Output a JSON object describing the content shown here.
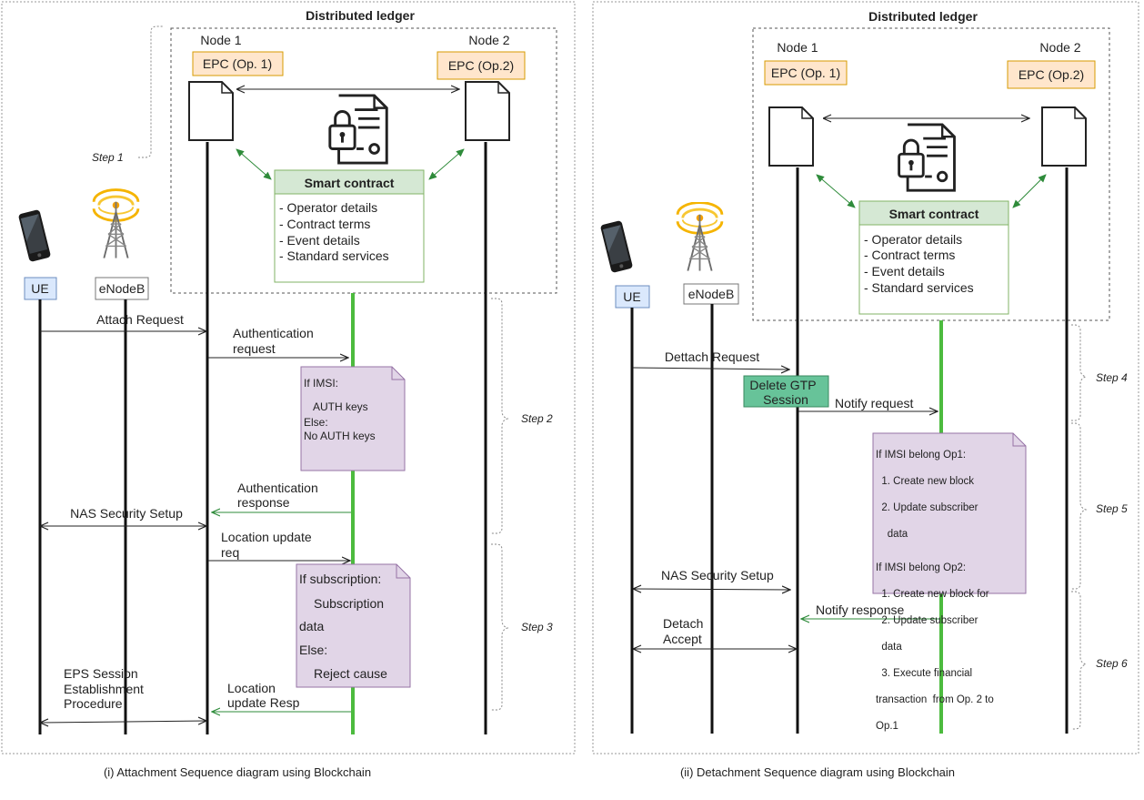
{
  "left": {
    "ledger_title": "Distributed ledger",
    "node1_label": "Node 1",
    "node2_label": "Node 2",
    "epc1": "EPC (Op. 1)",
    "epc2": "EPC (Op.2)",
    "smart_contract_title": "Smart contract",
    "smart_contract_items": [
      "- Operator details",
      "- Contract terms",
      "- Event details",
      "- Standard services"
    ],
    "ue_label": "UE",
    "enodeb_label": "eNodeB",
    "step1": "Step 1",
    "step2": "Step 2",
    "step3": "Step 3",
    "msg_attach_request": "Attach Request",
    "msg_auth_request_1": "Authentication",
    "msg_auth_request_2": "request",
    "note1_lines": [
      "If IMSI:",
      "AUTH keys",
      "Else:",
      "No AUTH keys"
    ],
    "msg_auth_response_1": "Authentication",
    "msg_auth_response_2": "response",
    "msg_nas": "NAS Security Setup",
    "msg_loc_req_1": "Location update",
    "msg_loc_req_2": "req",
    "note2_lines": [
      "If subscription:",
      "Subscription",
      "data",
      "Else:",
      "Reject cause"
    ],
    "msg_eps_1": "EPS Session",
    "msg_eps_2": "Establishment",
    "msg_eps_3": "Procedure",
    "msg_loc_resp_1": "Location",
    "msg_loc_resp_2": "update Resp",
    "caption": "(i) Attachment Sequence diagram using Blockchain"
  },
  "right": {
    "ledger_title": "Distributed ledger",
    "node1_label": "Node 1",
    "node2_label": "Node 2",
    "epc1": "EPC (Op. 1)",
    "epc2": "EPC (Op.2)",
    "smart_contract_title": "Smart contract",
    "smart_contract_items": [
      "- Operator details",
      "- Contract terms",
      "- Event details",
      "- Standard services"
    ],
    "ue_label": "UE",
    "enodeb_label": "eNodeB",
    "step4": "Step 4",
    "step5": "Step 5",
    "step6": "Step 6",
    "msg_detach_request": "Dettach Request",
    "delete_gtp_1": "Delete GTP",
    "delete_gtp_2": "Session",
    "msg_notify_request": "Notify request",
    "note_lines": [
      "If IMSI belong Op1:",
      "  1. Create new block",
      "  2. Update subscriber",
      "    data",
      "If IMSI belong Op2:",
      "  1. Create new block for",
      "  2. Update subscriber",
      "  data",
      "  3. Execute financial",
      "transaction  from Op. 2 to",
      "Op.1"
    ],
    "msg_nas": "NAS Security Setup",
    "msg_notify_response": "Notify response",
    "msg_detach_accept_1": "Detach",
    "msg_detach_accept_2": "Accept",
    "caption": "(ii) Detachment Sequence diagram using Blockchain"
  },
  "colors": {
    "epc_fill": "#ffe6cc",
    "epc_stroke": "#d79b00",
    "contract_header": "#d5e8d4",
    "contract_stroke": "#82b366",
    "green_line": "#4cbb3e",
    "note_fill": "#e1d5e7",
    "note_stroke": "#9673a6",
    "ue_fill": "#dae8fc",
    "ue_stroke": "#6c8ebf",
    "gtp_fill": "#67c399",
    "arrow_green": "#2e8b3a"
  }
}
